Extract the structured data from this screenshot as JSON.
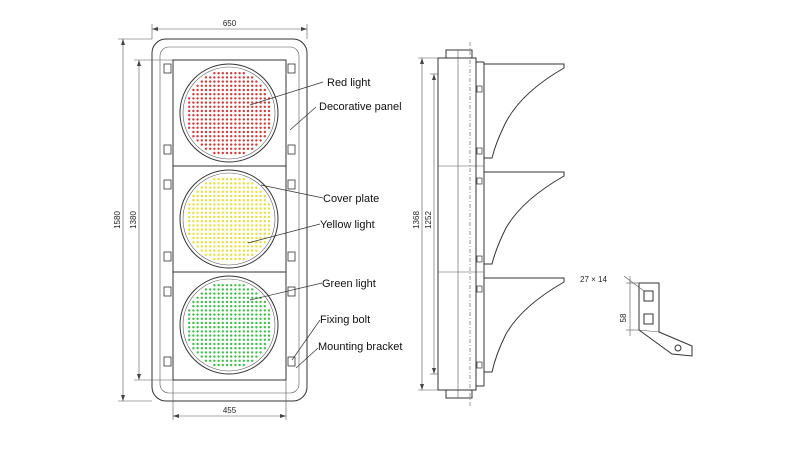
{
  "dimensions": {
    "top_width": "650",
    "bottom_width": "455",
    "outer_height": "1580",
    "inner_height": "1380",
    "side_height": "1368",
    "side_inner_height": "1252",
    "bracket_hole": "27 × 14",
    "bracket_height": "58"
  },
  "callouts": {
    "red_light": "Red light",
    "decorative_panel": "Decorative panel",
    "cover_plate": "Cover plate",
    "yellow_light": "Yellow light",
    "green_light": "Green light",
    "fixing_bolt": "Fixing bolt",
    "mounting_bracket": "Mounting bracket"
  },
  "colors": {
    "red": "#d23a3a",
    "yellow": "#e8de3a",
    "green": "#3fbf4a",
    "line": "#333333"
  }
}
